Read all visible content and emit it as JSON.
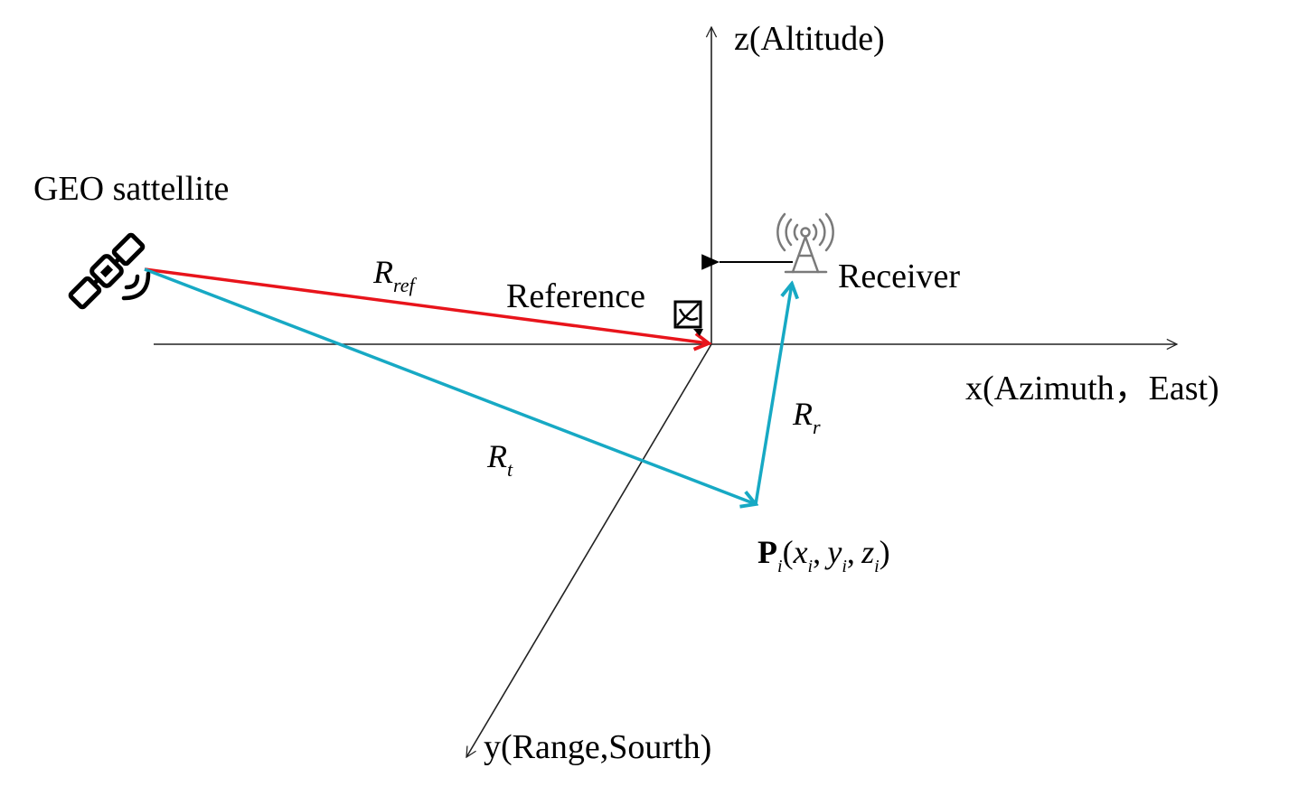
{
  "colors": {
    "axis": "#222222",
    "reference_vector": "#e8141b",
    "transmit_vector": "#17a9c4",
    "icon": "#000000",
    "receiver_icon": "#7a7a7a"
  },
  "axes": {
    "z_label": "z(Altitude)",
    "x_label": "x(Azimuth，East)",
    "y_label": "y(Range,Sourth)"
  },
  "labels": {
    "satellite": "GEO sattellite",
    "reference": "Reference",
    "receiver": "Receiver"
  },
  "vectors": {
    "ref": {
      "symbol": "R",
      "subscript": "ref"
    },
    "t": {
      "symbol": "R",
      "subscript": "t"
    },
    "r": {
      "symbol": "R",
      "subscript": "r"
    }
  },
  "point": {
    "name": "P",
    "index": "i",
    "x": "x",
    "y": "y",
    "z": "z"
  },
  "icons": {
    "satellite": "satellite-icon",
    "reference_antenna": "satellite-dish-icon",
    "receiver": "antenna-tower-icon"
  }
}
